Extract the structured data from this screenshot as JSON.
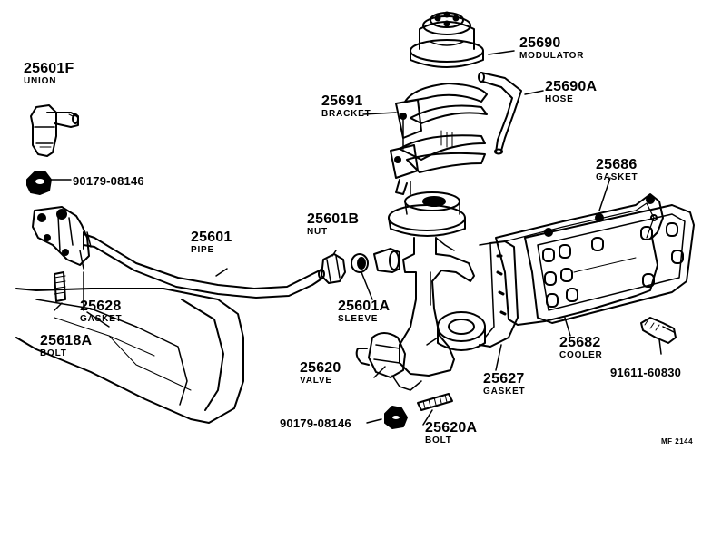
{
  "parts": {
    "p25690": {
      "number": "25690",
      "name": "MODULATOR"
    },
    "p25690a": {
      "number": "25690A",
      "name": "HOSE"
    },
    "p25691": {
      "number": "25691",
      "name": "BRACKET"
    },
    "p25601f": {
      "number": "25601F",
      "name": "UNION"
    },
    "p90179a": {
      "number": "90179-08146"
    },
    "p25686": {
      "number": "25686",
      "name": "GASKET"
    },
    "p25601b": {
      "number": "25601B",
      "name": "NUT"
    },
    "p25601": {
      "number": "25601",
      "name": "PIPE"
    },
    "p25601a": {
      "number": "25601A",
      "name": "SLEEVE"
    },
    "p25628": {
      "number": "25628",
      "name": "GASKET"
    },
    "p25618a": {
      "number": "25618A",
      "name": "BOLT"
    },
    "p25682": {
      "number": "25682",
      "name": "COOLER"
    },
    "p91611": {
      "number": "91611-60830"
    },
    "p25620": {
      "number": "25620",
      "name": "VALVE"
    },
    "p25627": {
      "number": "25627",
      "name": "GASKET"
    },
    "p90179b": {
      "number": "90179-08146"
    },
    "p25620a": {
      "number": "25620A",
      "name": "BOLT"
    }
  },
  "figure_code": "MF 2144",
  "colors": {
    "ink": "#000000",
    "paper": "#ffffff"
  }
}
